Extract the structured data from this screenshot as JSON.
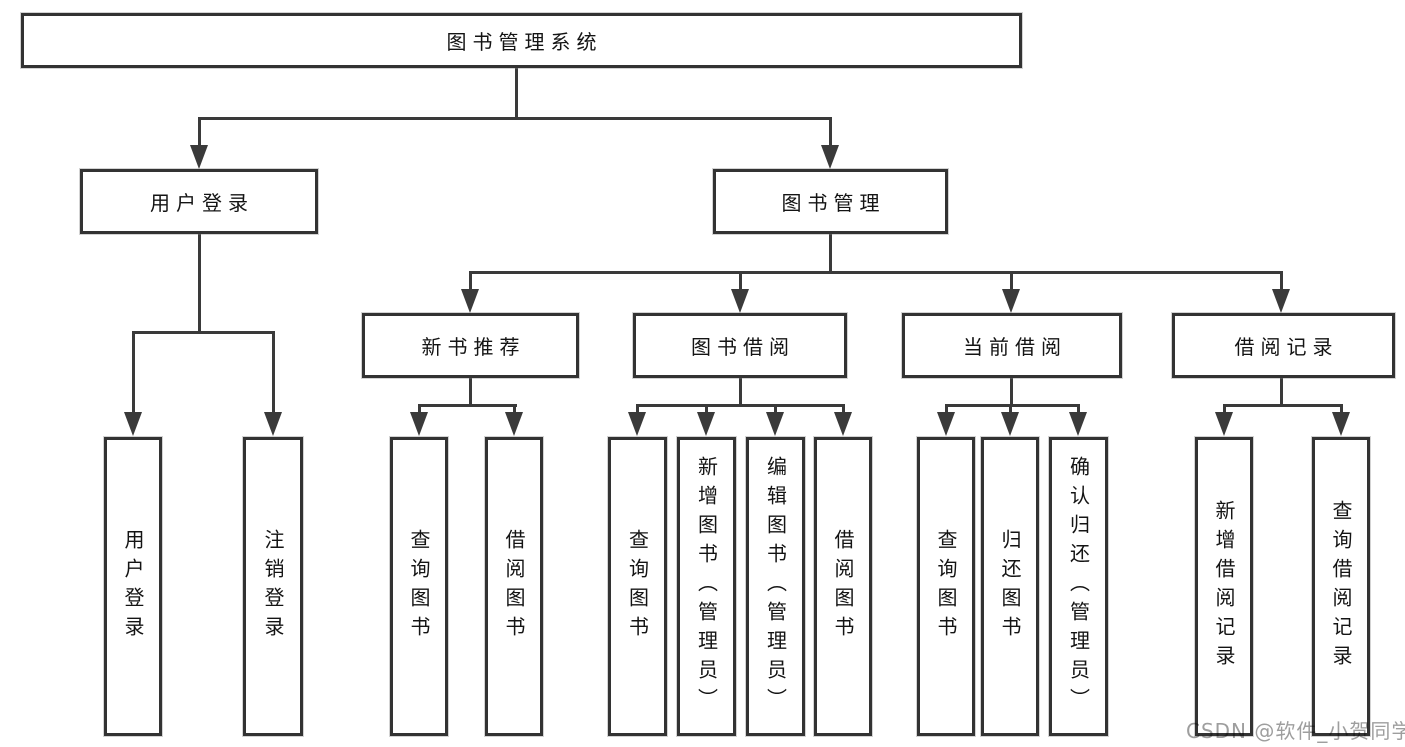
{
  "diagram": {
    "root": {
      "label": "图书管理系统"
    },
    "level1": [
      {
        "label": "用户登录"
      },
      {
        "label": "图书管理"
      }
    ],
    "level2": [
      {
        "label": "新书推荐"
      },
      {
        "label": "图书借阅"
      },
      {
        "label": "当前借阅"
      },
      {
        "label": "借阅记录"
      }
    ],
    "leaves": {
      "login": [
        {
          "label": "用户登录"
        },
        {
          "label": "注销登录"
        }
      ],
      "recommend": [
        {
          "label": "查询图书"
        },
        {
          "label": "借阅图书"
        }
      ],
      "borrow": [
        {
          "label": "查询图书"
        },
        {
          "label": "新增图书（管理员）"
        },
        {
          "label": "编辑图书（管理员）"
        },
        {
          "label": "借阅图书"
        }
      ],
      "current": [
        {
          "label": "查询图书"
        },
        {
          "label": "归还图书"
        },
        {
          "label": "确认归还（管理员）"
        }
      ],
      "records": [
        {
          "label": "新增借阅记录"
        },
        {
          "label": "查询借阅记录"
        }
      ]
    }
  },
  "watermark": {
    "text": "CSDN @软件_小贺同学"
  },
  "colors": {
    "line": "#3a3a3a",
    "box_border": "#333333",
    "text": "#141414",
    "watermark": "#9e9e9e",
    "background": "#ffffff"
  }
}
